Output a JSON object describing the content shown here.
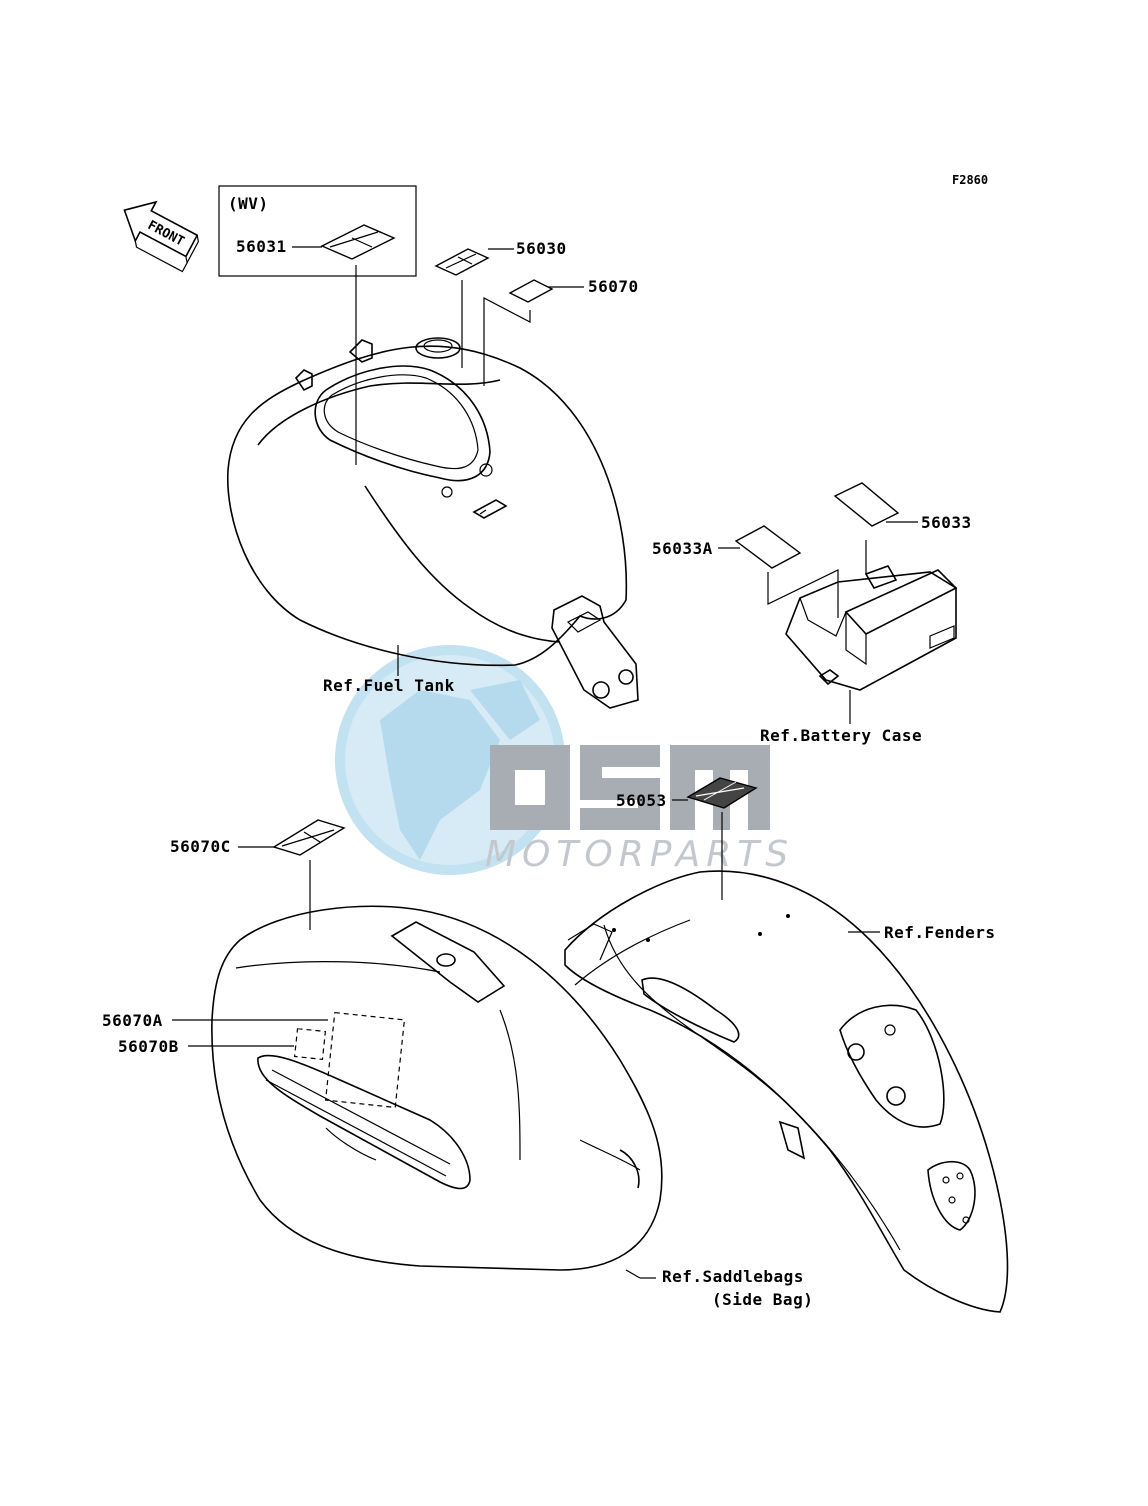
{
  "diagram": {
    "figure_code": "F2860",
    "front_marker": "FRONT",
    "variant_box_label": "(WV)",
    "watermark": {
      "logo_text": "osm",
      "subtitle": "MOTORPARTS",
      "colors": {
        "globe": "#b8dcef",
        "letters": "#9a9fa6",
        "subtitle": "#b9bfc6"
      }
    },
    "part_labels": {
      "p56031": "56031",
      "p56030": "56030",
      "p56070": "56070",
      "p56033": "56033",
      "p56033A": "56033A",
      "p56053": "56053",
      "p56070C": "56070C",
      "p56070A": "56070A",
      "p56070B": "56070B"
    },
    "reference_labels": {
      "fuel_tank": "Ref.Fuel Tank",
      "battery_case": "Ref.Battery Case",
      "fenders": "Ref.Fenders",
      "saddlebags_line1": "Ref.Saddlebags",
      "saddlebags_line2": "(Side Bag)"
    }
  }
}
